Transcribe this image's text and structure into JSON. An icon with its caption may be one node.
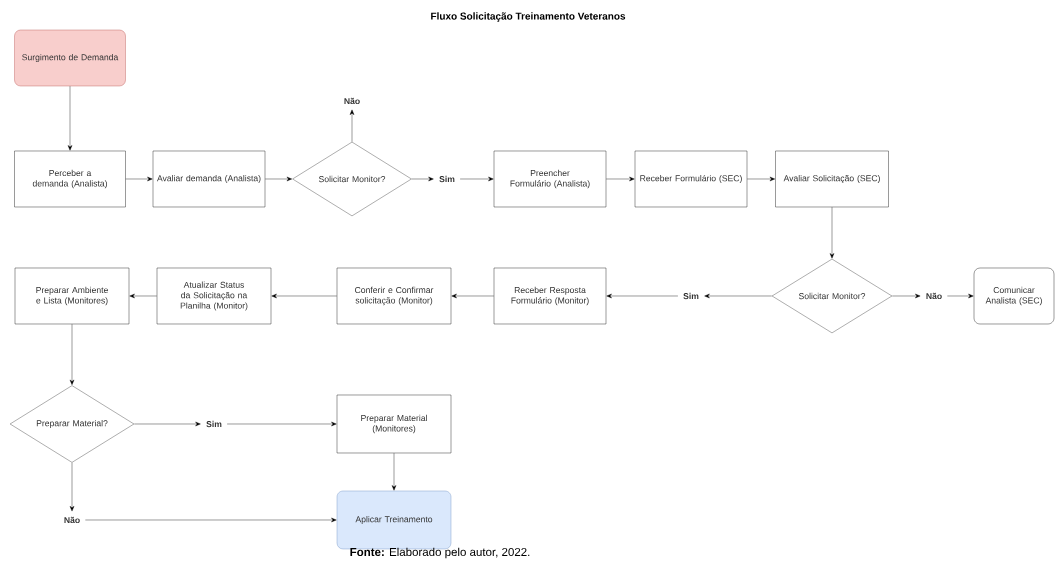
{
  "diagram": {
    "title": "Fluxo Solicitação Treinamento Veteranos",
    "caption": "**Fonte:** Elaborado pelo autor, 2022.",
    "nodes": [
      {
        "text": [
          "Surgimento de Demanda"
        ]
      },
      {
        "text": [
          "Perceber a demanda (Analista)"
        ]
      },
      {
        "text": [
          "Avaliar demanda (Analista)"
        ]
      },
      {
        "text": [
          "Solicitar Monitor?"
        ]
      },
      {
        "text": [
          "Não"
        ]
      },
      {
        "text": [
          "Sim"
        ]
      },
      {
        "text": [
          "Preencher Formulário (Analista)"
        ]
      },
      {
        "text": [
          "Receber Formulário (SEC)"
        ]
      },
      {
        "text": [
          "Avaliar Solicitação (SEC)"
        ]
      },
      {
        "text": [
          "Solicitar Monitor?"
        ]
      },
      {
        "text": [
          "Não"
        ]
      },
      {
        "text": [
          "Comunicar Analista (SEC)"
        ]
      },
      {
        "text": [
          "Sim"
        ]
      },
      {
        "text": [
          "Receber Resposta Formulário (Monitor)"
        ]
      },
      {
        "text": [
          "Conferir e Confirmar solicitação (Monitor)"
        ]
      },
      {
        "text": [
          "Atualizar Status da Solicitação na Planilha (Monitor)"
        ]
      },
      {
        "text": [
          "Preparar Ambiente e Lista (Monitores)"
        ]
      },
      {
        "text": [
          "Preparar Material?"
        ]
      },
      {
        "text": [
          "Sim"
        ]
      },
      {
        "text": [
          "Preparar Material (Monitores)"
        ]
      },
      {
        "text": [
          "Não"
        ]
      },
      {
        "text": [
          "Aplicar Treinamento"
        ]
      }
    ],
    "edges": [
      {
        "from": 0,
        "to": 1,
        "arrow": "to"
      },
      {
        "from": 1,
        "to": 2,
        "arrow": "to"
      },
      {
        "from": 2,
        "to": 3,
        "arrow": "to"
      },
      {
        "from": 3,
        "to": 4,
        "arrow": "to"
      },
      {
        "from": 3,
        "to": 5,
        "arrow": "to"
      },
      {
        "from": 5,
        "to": 6,
        "arrow": "to"
      },
      {
        "from": 6,
        "to": 7,
        "arrow": "to"
      },
      {
        "from": 7,
        "to": 8,
        "arrow": "to"
      },
      {
        "from": 8,
        "to": 9,
        "arrow": "to"
      },
      {
        "from": 9,
        "to": 10,
        "arrow": "to"
      },
      {
        "from": 10,
        "to": 11,
        "arrow": "to"
      },
      {
        "from": 9,
        "to": 12,
        "arrow": "to"
      },
      {
        "from": 12,
        "to": 13,
        "arrow": "to"
      },
      {
        "from": 13,
        "to": 14,
        "arrow": "to"
      },
      {
        "from": 14,
        "to": 15,
        "arrow": "to"
      },
      {
        "from": 15,
        "to": 16,
        "arrow": "to"
      },
      {
        "from": 16,
        "to": 17,
        "arrow": "to"
      },
      {
        "from": 17,
        "to": 18,
        "arrow": "to"
      },
      {
        "from": 18,
        "to": 19,
        "arrow": "to"
      },
      {
        "from": 19,
        "to": 21,
        "arrow": "to"
      },
      {
        "from": 17,
        "to": 20,
        "arrow": "to"
      },
      {
        "from": 20,
        "to": 21,
        "arrow": "to"
      }
    ]
  }
}
